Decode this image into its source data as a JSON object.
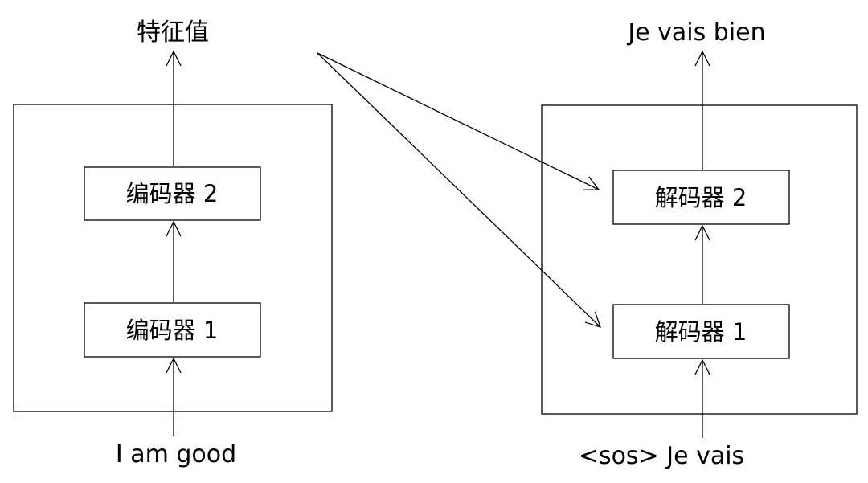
{
  "encoder": {
    "input_label": "I am good",
    "output_label": "特征值",
    "blocks": [
      "编码器 1",
      "编码器 2"
    ]
  },
  "decoder": {
    "input_label": "<sos> Je vais",
    "output_label": "Je vais bien",
    "blocks": [
      "解码器 1",
      "解码器 2"
    ]
  }
}
